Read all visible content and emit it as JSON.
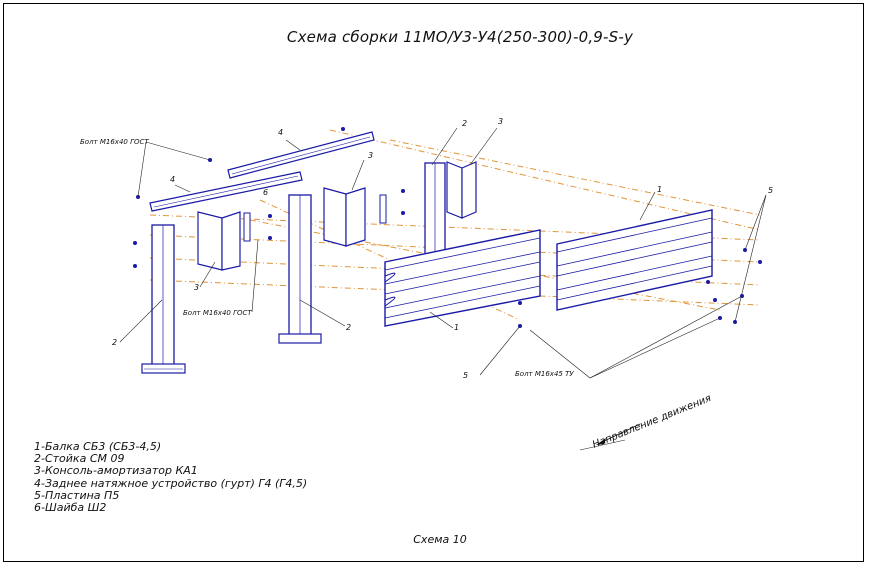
{
  "title": "Схема сборки 11МО/У3-У4(250-300)-0,9-S-у",
  "caption": "Схема 10",
  "direction_label": "Направление движения",
  "bolt_labels": {
    "top_left": "Болт М16х40 ГОСТ",
    "middle": "Болт М16х40 ГОСТ",
    "right": "Болт М16х45 ТУ"
  },
  "part_numbers": {
    "n1": "1",
    "n2": "2",
    "n3": "3",
    "n4": "4",
    "n5": "5",
    "n6": "6"
  },
  "legend": [
    "1-Балка СБ3 (СБ3-4,5)",
    "2-Стойка СМ 09",
    "3-Консоль-амортизатор КА1",
    "4-Заднее натяжное устройство (гурт) Г4 (Г4,5)",
    "5-Пластина П5",
    "6-Шайба Ш2"
  ],
  "colors": {
    "parts": "#1a1aa6",
    "axis_lines": "#e0963a",
    "text": "#111111"
  }
}
